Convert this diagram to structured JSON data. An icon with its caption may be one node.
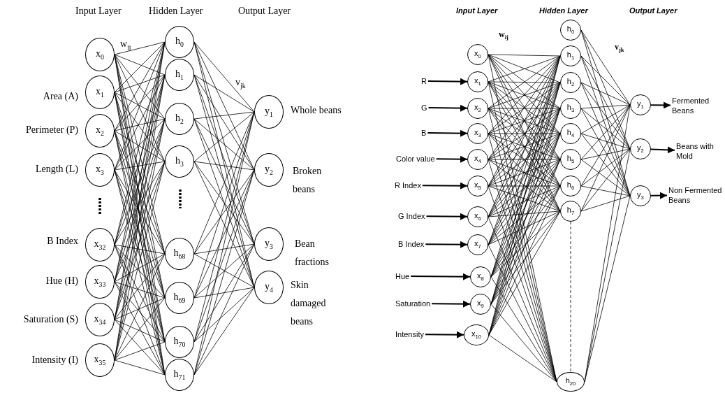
{
  "diagram": {
    "nodes": [
      {
        "text": [
          "x$_{0}$"
        ]
      },
      {
        "text": [
          "x$_{1}$"
        ],
        "beside": [
          "Area (A)"
        ]
      },
      {
        "text": [
          "x$_{2}$"
        ],
        "beside": [
          "Perimeter (P)"
        ]
      },
      {
        "text": [
          "x$_{3}$"
        ],
        "beside": [
          "Length (L)"
        ]
      },
      {
        "text": [
          "x$_{32}$"
        ],
        "beside": [
          "B Index"
        ]
      },
      {
        "text": [
          "x$_{33}$"
        ],
        "beside": [
          "Hue (H)"
        ]
      },
      {
        "text": [
          "x$_{34}$"
        ],
        "beside": [
          "Saturation (S)"
        ]
      },
      {
        "text": [
          "x$_{35}$"
        ],
        "beside": [
          "Intensity (I)"
        ]
      },
      {
        "text": [
          "h$_{0}$"
        ]
      },
      {
        "text": [
          "h$_{1}$"
        ]
      },
      {
        "text": [
          "h$_{2}$"
        ]
      },
      {
        "text": [
          "h$_{3}$"
        ]
      },
      {
        "text": [
          "h$_{68}$"
        ]
      },
      {
        "text": [
          "h$_{69}$"
        ]
      },
      {
        "text": [
          "h$_{70}$"
        ]
      },
      {
        "text": [
          "h$_{71}$"
        ]
      },
      {
        "text": [
          "y$_{1}$"
        ],
        "beside": [
          "Whole beans"
        ]
      },
      {
        "text": [
          "y$_{2}$"
        ],
        "beside": [
          "Broken beans"
        ]
      },
      {
        "text": [
          "y$_{3}$"
        ],
        "beside": [
          "Bean fractions"
        ]
      },
      {
        "text": [
          "y$_{4}$"
        ],
        "beside": [
          "Skin damaged beans"
        ]
      },
      {
        "text": [
          "R"
        ]
      },
      {
        "text": [
          "G"
        ]
      },
      {
        "text": [
          "B"
        ]
      },
      {
        "text": [
          "Color value"
        ]
      },
      {
        "text": [
          "R Index"
        ]
      },
      {
        "text": [
          "G Index"
        ]
      },
      {
        "text": [
          "B Index"
        ]
      },
      {
        "text": [
          "Hue"
        ]
      },
      {
        "text": [
          "Saturation"
        ]
      },
      {
        "text": [
          "Intensity"
        ]
      },
      {
        "text": [
          "x$_{0}$"
        ]
      },
      {
        "text": [
          "x$_{1}$"
        ]
      },
      {
        "text": [
          "x$_{2}$"
        ]
      },
      {
        "text": [
          "x$_{3}$"
        ]
      },
      {
        "text": [
          "x$_{4}$"
        ]
      },
      {
        "text": [
          "x$_{5}$"
        ]
      },
      {
        "text": [
          "x$_{6}$"
        ]
      },
      {
        "text": [
          "x$_{7}$"
        ]
      },
      {
        "text": [
          "x$_{8}$"
        ]
      },
      {
        "text": [
          "x$_{9}$"
        ]
      },
      {
        "text": [
          "x$_{10}$"
        ]
      },
      {
        "text": [
          "h$_{0}$"
        ]
      },
      {
        "text": [
          "h$_{1}$"
        ]
      },
      {
        "text": [
          "h$_{2}$"
        ]
      },
      {
        "text": [
          "h$_{3}$"
        ]
      },
      {
        "text": [
          "h$_{4}$"
        ]
      },
      {
        "text": [
          "h$_{5}$"
        ]
      },
      {
        "text": [
          "h$_{6}$"
        ]
      },
      {
        "text": [
          "h$_{7}$"
        ]
      },
      {
        "text": [
          "h$_{20}$"
        ]
      },
      {
        "text": [
          "y$_{1}$"
        ]
      },
      {
        "text": [
          "y$_{2}$"
        ]
      },
      {
        "text": [
          "y$_{3}$"
        ]
      },
      {
        "text": [
          "Fermented Beans"
        ]
      },
      {
        "text": [
          "Beans with Mold"
        ]
      },
      {
        "text": [
          "Non Fermented Beans"
        ]
      }
    ],
    "edges": [
      {
        "from": 0,
        "to": 8,
        "arrow": "none"
      },
      {
        "from": 0,
        "to": 9,
        "arrow": "none"
      },
      {
        "from": 0,
        "to": 10,
        "arrow": "none"
      },
      {
        "from": 0,
        "to": 11,
        "arrow": "none"
      },
      {
        "from": 0,
        "to": 12,
        "arrow": "none"
      },
      {
        "from": 0,
        "to": 13,
        "arrow": "none"
      },
      {
        "from": 0,
        "to": 14,
        "arrow": "none"
      },
      {
        "from": 0,
        "to": 15,
        "arrow": "none"
      },
      {
        "from": 1,
        "to": 8,
        "arrow": "none"
      },
      {
        "from": 1,
        "to": 9,
        "arrow": "none"
      },
      {
        "from": 1,
        "to": 10,
        "arrow": "none"
      },
      {
        "from": 1,
        "to": 11,
        "arrow": "none"
      },
      {
        "from": 1,
        "to": 12,
        "arrow": "none"
      },
      {
        "from": 1,
        "to": 13,
        "arrow": "none"
      },
      {
        "from": 1,
        "to": 14,
        "arrow": "none"
      },
      {
        "from": 1,
        "to": 15,
        "arrow": "none"
      },
      {
        "from": 2,
        "to": 8,
        "arrow": "none"
      },
      {
        "from": 2,
        "to": 9,
        "arrow": "none"
      },
      {
        "from": 2,
        "to": 10,
        "arrow": "none"
      },
      {
        "from": 2,
        "to": 11,
        "arrow": "none"
      },
      {
        "from": 2,
        "to": 12,
        "arrow": "none"
      },
      {
        "from": 2,
        "to": 13,
        "arrow": "none"
      },
      {
        "from": 2,
        "to": 14,
        "arrow": "none"
      },
      {
        "from": 2,
        "to": 15,
        "arrow": "none"
      },
      {
        "from": 3,
        "to": 8,
        "arrow": "none"
      },
      {
        "from": 3,
        "to": 9,
        "arrow": "none"
      },
      {
        "from": 3,
        "to": 10,
        "arrow": "none"
      },
      {
        "from": 3,
        "to": 11,
        "arrow": "none"
      },
      {
        "from": 3,
        "to": 12,
        "arrow": "none"
      },
      {
        "from": 3,
        "to": 13,
        "arrow": "none"
      },
      {
        "from": 3,
        "to": 14,
        "arrow": "none"
      },
      {
        "from": 3,
        "to": 15,
        "arrow": "none"
      },
      {
        "from": 4,
        "to": 8,
        "arrow": "none"
      },
      {
        "from": 4,
        "to": 9,
        "arrow": "none"
      },
      {
        "from": 4,
        "to": 10,
        "arrow": "none"
      },
      {
        "from": 4,
        "to": 11,
        "arrow": "none"
      },
      {
        "from": 4,
        "to": 12,
        "arrow": "none"
      },
      {
        "from": 4,
        "to": 13,
        "arrow": "none"
      },
      {
        "from": 4,
        "to": 14,
        "arrow": "none"
      },
      {
        "from": 4,
        "to": 15,
        "arrow": "none"
      },
      {
        "from": 5,
        "to": 8,
        "arrow": "none"
      },
      {
        "from": 5,
        "to": 9,
        "arrow": "none"
      },
      {
        "from": 5,
        "to": 10,
        "arrow": "none"
      },
      {
        "from": 5,
        "to": 11,
        "arrow": "none"
      },
      {
        "from": 5,
        "to": 12,
        "arrow": "none"
      },
      {
        "from": 5,
        "to": 13,
        "arrow": "none"
      },
      {
        "from": 5,
        "to": 14,
        "arrow": "none"
      },
      {
        "from": 5,
        "to": 15,
        "arrow": "none"
      },
      {
        "from": 6,
        "to": 8,
        "arrow": "none"
      },
      {
        "from": 6,
        "to": 9,
        "arrow": "none"
      },
      {
        "from": 6,
        "to": 10,
        "arrow": "none"
      },
      {
        "from": 6,
        "to": 11,
        "arrow": "none"
      },
      {
        "from": 6,
        "to": 12,
        "arrow": "none"
      },
      {
        "from": 6,
        "to": 13,
        "arrow": "none"
      },
      {
        "from": 6,
        "to": 14,
        "arrow": "none"
      },
      {
        "from": 6,
        "to": 15,
        "arrow": "none"
      },
      {
        "from": 7,
        "to": 8,
        "arrow": "none"
      },
      {
        "from": 7,
        "to": 9,
        "arrow": "none"
      },
      {
        "from": 7,
        "to": 10,
        "arrow": "none"
      },
      {
        "from": 7,
        "to": 11,
        "arrow": "none"
      },
      {
        "from": 7,
        "to": 12,
        "arrow": "none"
      },
      {
        "from": 7,
        "to": 13,
        "arrow": "none"
      },
      {
        "from": 7,
        "to": 14,
        "arrow": "none"
      },
      {
        "from": 7,
        "to": 15,
        "arrow": "none"
      },
      {
        "from": 8,
        "to": 16,
        "arrow": "none"
      },
      {
        "from": 8,
        "to": 17,
        "arrow": "none"
      },
      {
        "from": 8,
        "to": 18,
        "arrow": "none"
      },
      {
        "from": 8,
        "to": 19,
        "arrow": "none"
      },
      {
        "from": 9,
        "to": 16,
        "arrow": "none"
      },
      {
        "from": 9,
        "to": 17,
        "arrow": "none"
      },
      {
        "from": 9,
        "to": 18,
        "arrow": "none"
      },
      {
        "from": 9,
        "to": 19,
        "arrow": "none"
      },
      {
        "from": 10,
        "to": 16,
        "arrow": "none"
      },
      {
        "from": 10,
        "to": 17,
        "arrow": "none"
      },
      {
        "from": 10,
        "to": 18,
        "arrow": "none"
      },
      {
        "from": 10,
        "to": 19,
        "arrow": "none"
      },
      {
        "from": 11,
        "to": 16,
        "arrow": "none"
      },
      {
        "from": 11,
        "to": 17,
        "arrow": "none"
      },
      {
        "from": 11,
        "to": 18,
        "arrow": "none"
      },
      {
        "from": 11,
        "to": 19,
        "arrow": "none"
      },
      {
        "from": 12,
        "to": 16,
        "arrow": "none"
      },
      {
        "from": 12,
        "to": 17,
        "arrow": "none"
      },
      {
        "from": 12,
        "to": 18,
        "arrow": "none"
      },
      {
        "from": 12,
        "to": 19,
        "arrow": "none"
      },
      {
        "from": 13,
        "to": 16,
        "arrow": "none"
      },
      {
        "from": 13,
        "to": 17,
        "arrow": "none"
      },
      {
        "from": 13,
        "to": 18,
        "arrow": "none"
      },
      {
        "from": 13,
        "to": 19,
        "arrow": "none"
      },
      {
        "from": 14,
        "to": 16,
        "arrow": "none"
      },
      {
        "from": 14,
        "to": 17,
        "arrow": "none"
      },
      {
        "from": 14,
        "to": 18,
        "arrow": "none"
      },
      {
        "from": 14,
        "to": 19,
        "arrow": "none"
      },
      {
        "from": 15,
        "to": 16,
        "arrow": "none"
      },
      {
        "from": 15,
        "to": 17,
        "arrow": "none"
      },
      {
        "from": 15,
        "to": 18,
        "arrow": "none"
      },
      {
        "from": 15,
        "to": 19,
        "arrow": "none"
      },
      {
        "from": 20,
        "to": 31,
        "arrow": "to"
      },
      {
        "from": 21,
        "to": 32,
        "arrow": "to"
      },
      {
        "from": 22,
        "to": 33,
        "arrow": "to"
      },
      {
        "from": 23,
        "to": 34,
        "arrow": "to"
      },
      {
        "from": 24,
        "to": 35,
        "arrow": "to"
      },
      {
        "from": 25,
        "to": 36,
        "arrow": "to"
      },
      {
        "from": 26,
        "to": 37,
        "arrow": "to"
      },
      {
        "from": 27,
        "to": 38,
        "arrow": "to"
      },
      {
        "from": 28,
        "to": 39,
        "arrow": "to"
      },
      {
        "from": 29,
        "to": 40,
        "arrow": "to"
      },
      {
        "from": 30,
        "to": 42,
        "arrow": "none"
      },
      {
        "from": 30,
        "to": 43,
        "arrow": "none"
      },
      {
        "from": 30,
        "to": 44,
        "arrow": "none"
      },
      {
        "from": 30,
        "to": 45,
        "arrow": "none"
      },
      {
        "from": 30,
        "to": 46,
        "arrow": "none"
      },
      {
        "from": 30,
        "to": 47,
        "arrow": "none"
      },
      {
        "from": 30,
        "to": 48,
        "arrow": "none"
      },
      {
        "from": 30,
        "to": 49,
        "arrow": "none"
      },
      {
        "from": 31,
        "to": 42,
        "arrow": "none"
      },
      {
        "from": 31,
        "to": 43,
        "arrow": "none"
      },
      {
        "from": 31,
        "to": 44,
        "arrow": "none"
      },
      {
        "from": 31,
        "to": 45,
        "arrow": "none"
      },
      {
        "from": 31,
        "to": 46,
        "arrow": "none"
      },
      {
        "from": 31,
        "to": 47,
        "arrow": "none"
      },
      {
        "from": 31,
        "to": 48,
        "arrow": "none"
      },
      {
        "from": 31,
        "to": 49,
        "arrow": "none"
      },
      {
        "from": 32,
        "to": 42,
        "arrow": "none"
      },
      {
        "from": 32,
        "to": 43,
        "arrow": "none"
      },
      {
        "from": 32,
        "to": 44,
        "arrow": "none"
      },
      {
        "from": 32,
        "to": 45,
        "arrow": "none"
      },
      {
        "from": 32,
        "to": 46,
        "arrow": "none"
      },
      {
        "from": 32,
        "to": 47,
        "arrow": "none"
      },
      {
        "from": 32,
        "to": 48,
        "arrow": "none"
      },
      {
        "from": 32,
        "to": 49,
        "arrow": "none"
      },
      {
        "from": 33,
        "to": 42,
        "arrow": "none"
      },
      {
        "from": 33,
        "to": 43,
        "arrow": "none"
      },
      {
        "from": 33,
        "to": 44,
        "arrow": "none"
      },
      {
        "from": 33,
        "to": 45,
        "arrow": "none"
      },
      {
        "from": 33,
        "to": 46,
        "arrow": "none"
      },
      {
        "from": 33,
        "to": 47,
        "arrow": "none"
      },
      {
        "from": 33,
        "to": 48,
        "arrow": "none"
      },
      {
        "from": 33,
        "to": 49,
        "arrow": "none"
      },
      {
        "from": 34,
        "to": 42,
        "arrow": "none"
      },
      {
        "from": 34,
        "to": 43,
        "arrow": "none"
      },
      {
        "from": 34,
        "to": 44,
        "arrow": "none"
      },
      {
        "from": 34,
        "to": 45,
        "arrow": "none"
      },
      {
        "from": 34,
        "to": 46,
        "arrow": "none"
      },
      {
        "from": 34,
        "to": 47,
        "arrow": "none"
      },
      {
        "from": 34,
        "to": 48,
        "arrow": "none"
      },
      {
        "from": 34,
        "to": 49,
        "arrow": "none"
      },
      {
        "from": 35,
        "to": 42,
        "arrow": "none"
      },
      {
        "from": 35,
        "to": 43,
        "arrow": "none"
      },
      {
        "from": 35,
        "to": 44,
        "arrow": "none"
      },
      {
        "from": 35,
        "to": 45,
        "arrow": "none"
      },
      {
        "from": 35,
        "to": 46,
        "arrow": "none"
      },
      {
        "from": 35,
        "to": 47,
        "arrow": "none"
      },
      {
        "from": 35,
        "to": 48,
        "arrow": "none"
      },
      {
        "from": 35,
        "to": 49,
        "arrow": "none"
      },
      {
        "from": 36,
        "to": 42,
        "arrow": "none"
      },
      {
        "from": 36,
        "to": 43,
        "arrow": "none"
      },
      {
        "from": 36,
        "to": 44,
        "arrow": "none"
      },
      {
        "from": 36,
        "to": 45,
        "arrow": "none"
      },
      {
        "from": 36,
        "to": 46,
        "arrow": "none"
      },
      {
        "from": 36,
        "to": 47,
        "arrow": "none"
      },
      {
        "from": 36,
        "to": 48,
        "arrow": "none"
      },
      {
        "from": 36,
        "to": 49,
        "arrow": "none"
      },
      {
        "from": 37,
        "to": 42,
        "arrow": "none"
      },
      {
        "from": 37,
        "to": 43,
        "arrow": "none"
      },
      {
        "from": 37,
        "to": 44,
        "arrow": "none"
      },
      {
        "from": 37,
        "to": 45,
        "arrow": "none"
      },
      {
        "from": 37,
        "to": 46,
        "arrow": "none"
      },
      {
        "from": 37,
        "to": 47,
        "arrow": "none"
      },
      {
        "from": 37,
        "to": 48,
        "arrow": "none"
      },
      {
        "from": 37,
        "to": 49,
        "arrow": "none"
      },
      {
        "from": 38,
        "to": 42,
        "arrow": "none"
      },
      {
        "from": 38,
        "to": 43,
        "arrow": "none"
      },
      {
        "from": 38,
        "to": 44,
        "arrow": "none"
      },
      {
        "from": 38,
        "to": 45,
        "arrow": "none"
      },
      {
        "from": 38,
        "to": 46,
        "arrow": "none"
      },
      {
        "from": 38,
        "to": 47,
        "arrow": "none"
      },
      {
        "from": 38,
        "to": 48,
        "arrow": "none"
      },
      {
        "from": 38,
        "to": 49,
        "arrow": "none"
      },
      {
        "from": 39,
        "to": 42,
        "arrow": "none"
      },
      {
        "from": 39,
        "to": 43,
        "arrow": "none"
      },
      {
        "from": 39,
        "to": 44,
        "arrow": "none"
      },
      {
        "from": 39,
        "to": 45,
        "arrow": "none"
      },
      {
        "from": 39,
        "to": 46,
        "arrow": "none"
      },
      {
        "from": 39,
        "to": 47,
        "arrow": "none"
      },
      {
        "from": 39,
        "to": 48,
        "arrow": "none"
      },
      {
        "from": 39,
        "to": 49,
        "arrow": "none"
      },
      {
        "from": 40,
        "to": 42,
        "arrow": "none"
      },
      {
        "from": 40,
        "to": 43,
        "arrow": "none"
      },
      {
        "from": 40,
        "to": 44,
        "arrow": "none"
      },
      {
        "from": 40,
        "to": 45,
        "arrow": "none"
      },
      {
        "from": 40,
        "to": 46,
        "arrow": "none"
      },
      {
        "from": 40,
        "to": 47,
        "arrow": "none"
      },
      {
        "from": 40,
        "to": 48,
        "arrow": "none"
      },
      {
        "from": 40,
        "to": 49,
        "arrow": "none"
      },
      {
        "from": 41,
        "to": 50,
        "arrow": "none"
      },
      {
        "from": 41,
        "to": 51,
        "arrow": "none"
      },
      {
        "from": 41,
        "to": 52,
        "arrow": "none"
      },
      {
        "from": 42,
        "to": 50,
        "arrow": "none"
      },
      {
        "from": 42,
        "to": 51,
        "arrow": "none"
      },
      {
        "from": 42,
        "to": 52,
        "arrow": "none"
      },
      {
        "from": 43,
        "to": 50,
        "arrow": "none"
      },
      {
        "from": 43,
        "to": 51,
        "arrow": "none"
      },
      {
        "from": 43,
        "to": 52,
        "arrow": "none"
      },
      {
        "from": 44,
        "to": 50,
        "arrow": "none"
      },
      {
        "from": 44,
        "to": 51,
        "arrow": "none"
      },
      {
        "from": 44,
        "to": 52,
        "arrow": "none"
      },
      {
        "from": 45,
        "to": 50,
        "arrow": "none"
      },
      {
        "from": 45,
        "to": 51,
        "arrow": "none"
      },
      {
        "from": 45,
        "to": 52,
        "arrow": "none"
      },
      {
        "from": 46,
        "to": 50,
        "arrow": "none"
      },
      {
        "from": 46,
        "to": 51,
        "arrow": "none"
      },
      {
        "from": 46,
        "to": 52,
        "arrow": "none"
      },
      {
        "from": 47,
        "to": 50,
        "arrow": "none"
      },
      {
        "from": 47,
        "to": 51,
        "arrow": "none"
      },
      {
        "from": 47,
        "to": 52,
        "arrow": "none"
      },
      {
        "from": 48,
        "to": 50,
        "arrow": "none"
      },
      {
        "from": 48,
        "to": 51,
        "arrow": "none"
      },
      {
        "from": 48,
        "to": 52,
        "arrow": "none"
      },
      {
        "from": 49,
        "to": 50,
        "arrow": "none"
      },
      {
        "from": 49,
        "to": 51,
        "arrow": "none"
      },
      {
        "from": 49,
        "to": 52,
        "arrow": "none"
      },
      {
        "from": 50,
        "to": 53,
        "arrow": "to"
      },
      {
        "from": 51,
        "to": 54,
        "arrow": "to"
      },
      {
        "from": 52,
        "to": 55,
        "arrow": "to"
      },
      {
        "from": 48,
        "to": 49,
        "arrow": "none",
        "style": "dashed"
      }
    ],
    "labels": [
      "Input Layer",
      "Hidden Layer",
      "Output Layer",
      "w$_{ij}$",
      "v$_{jk}$",
      "Input Layer",
      "Hidden Layer",
      "Output Layer",
      "w$_{ij}$",
      "v$_{jk}$"
    ]
  }
}
